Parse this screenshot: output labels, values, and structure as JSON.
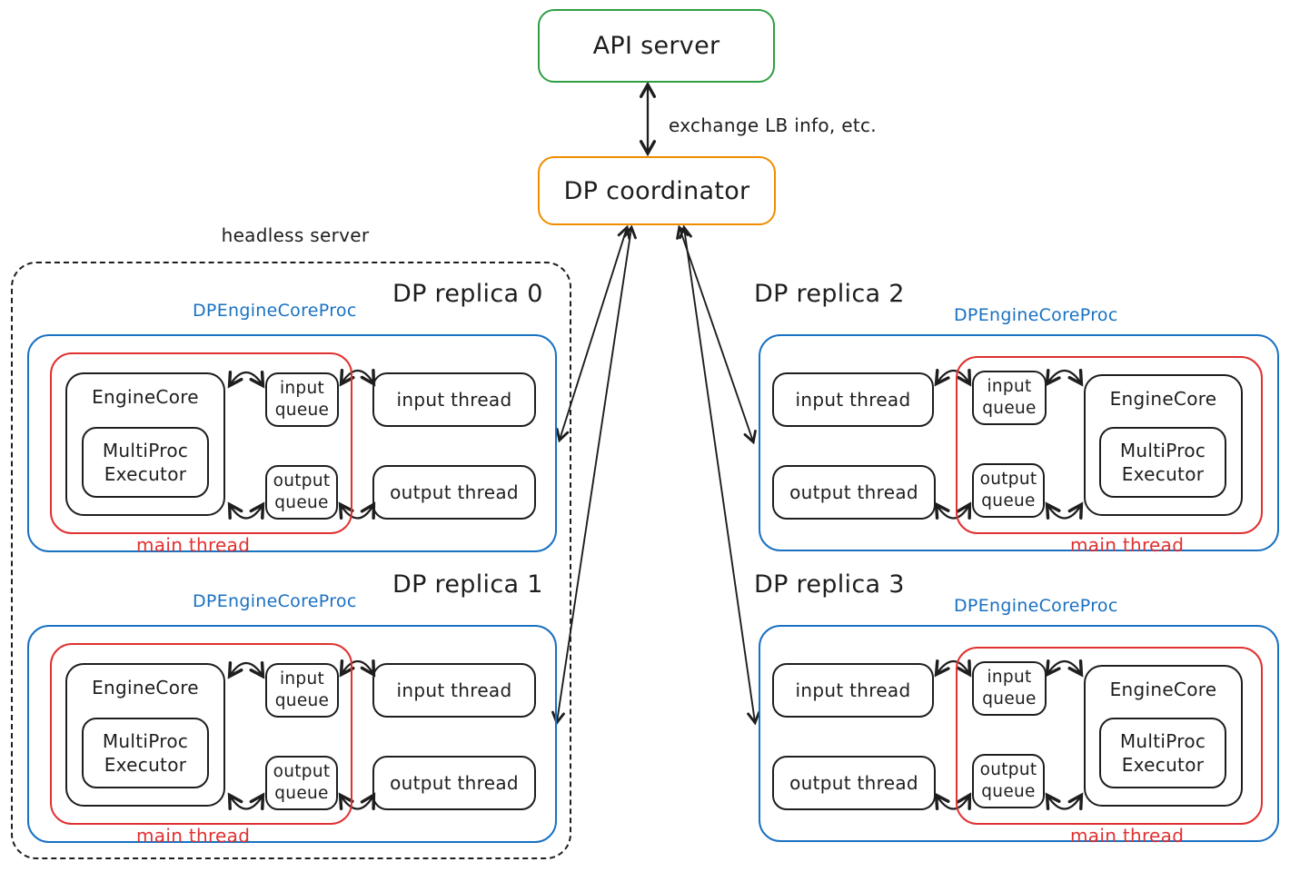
{
  "colors": {
    "ink": "#1e1e1e",
    "green": "#2f9e44",
    "orange": "#f08c00",
    "blue": "#1971c2",
    "red": "#e03131",
    "background": "#ffffff"
  },
  "api_server": {
    "label": "API server"
  },
  "coordinator": {
    "label": "DP coordinator"
  },
  "exchange_label": "exchange LB info, etc.",
  "headless_server": {
    "label": "headless server"
  },
  "shared": {
    "proc_label": "DPEngineCoreProc",
    "main_thread": "main thread",
    "engine_core": "EngineCore",
    "multiproc_executor": "MultiProc\nExecutor",
    "input_queue": "input\nqueue",
    "output_queue": "output\nqueue",
    "input_thread": "input thread",
    "output_thread": "output thread"
  },
  "replicas": [
    {
      "title": "DP replica 0"
    },
    {
      "title": "DP replica 1"
    },
    {
      "title": "DP replica 2"
    },
    {
      "title": "DP replica 3"
    }
  ]
}
